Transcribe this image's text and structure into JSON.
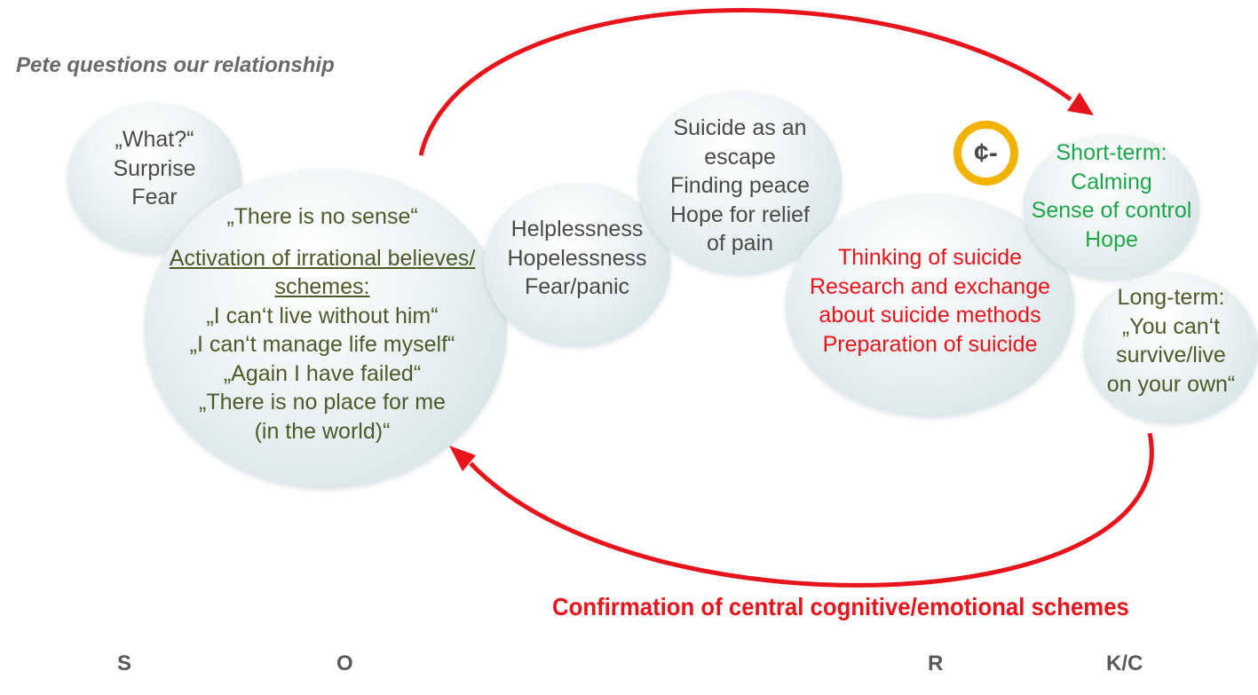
{
  "title": "Pete questions our relationship",
  "bubbles": {
    "situation": {
      "lines": [
        "„What?“",
        "Surprise",
        "Fear"
      ]
    },
    "organism": {
      "header": "„There is no sense“",
      "underlined": [
        "Activation of irrational believes/",
        "schemes:"
      ],
      "beliefs": [
        "„I can‘t live without him“",
        "„I can‘t manage life myself“",
        "„Again I have failed“",
        "„There is no place for me",
        "(in the world)“"
      ]
    },
    "emotions": {
      "lines": [
        "Helplessness",
        "Hopelessness",
        "Fear/panic"
      ]
    },
    "suicide_function": {
      "lines": [
        "Suicide as an",
        "escape",
        "Finding peace",
        "Hope for relief",
        "of pain"
      ]
    },
    "reaction": {
      "lines": [
        "Thinking of suicide",
        "Research and exchange",
        "about suicide methods",
        "Preparation of suicide"
      ]
    },
    "short_term": {
      "lines": [
        "Short-term:",
        "Calming",
        "Sense of control",
        "Hope"
      ]
    },
    "long_term": {
      "lines": [
        "Long-term:",
        "„You can‘t",
        "survive/live",
        "on your own“"
      ]
    }
  },
  "consequence_symbol": "¢-",
  "confirmation": "Confirmation of central cognitive/emotional schemes",
  "axis_labels": {
    "s": "S",
    "o": "O",
    "r": "R",
    "kc": "K/C"
  },
  "colors": {
    "arrow": "#e8141c",
    "ring": "#f2b300",
    "olive_text": "#4e5a2a",
    "green_text": "#1ea64a",
    "red_text": "#e8141c"
  }
}
